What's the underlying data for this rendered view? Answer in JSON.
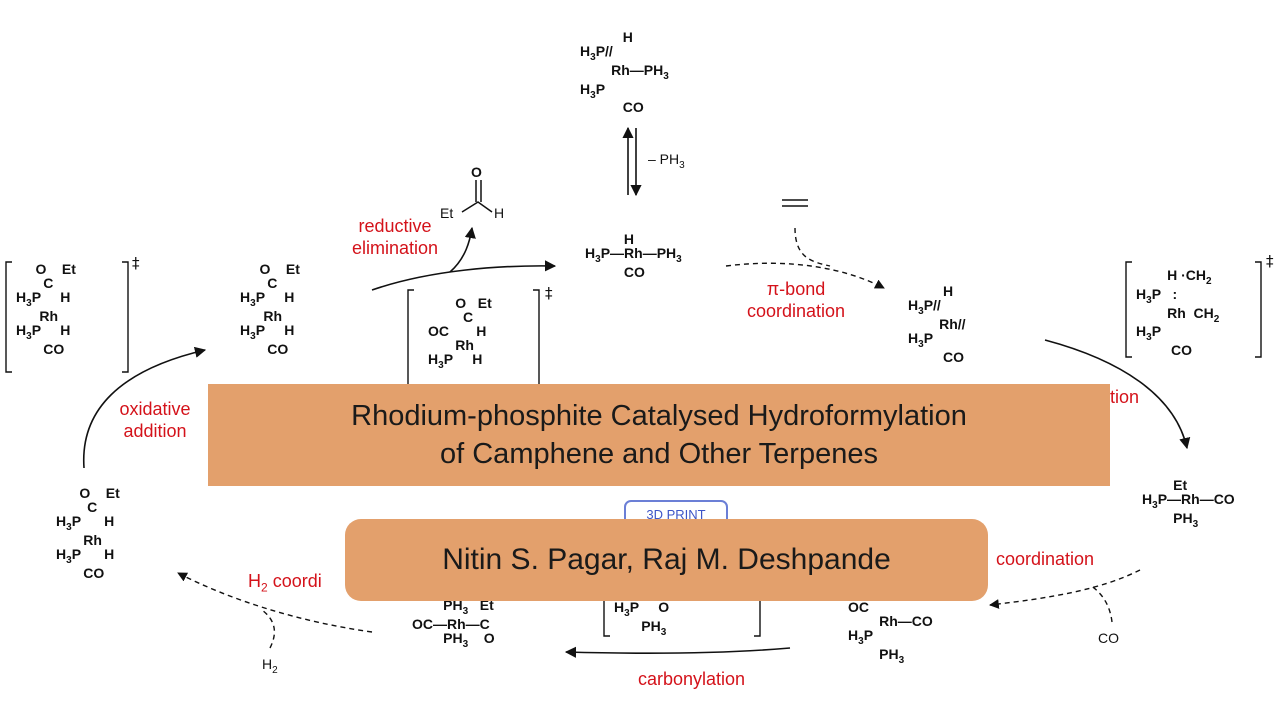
{
  "title": {
    "line1": "Rhodium-phosphite Catalysed Hydroformylation",
    "line2": "of Camphene and Other Terpenes"
  },
  "authors": "Nitin S. Pagar, Raj M. Deshpande",
  "badge": "3D PRINT",
  "step_labels": {
    "reductive_elimination_1": "reductive",
    "reductive_elimination_2": "elimination",
    "pi_bond_1": "π-bond",
    "pi_bond_2": "coordination",
    "oxidative_1": "oxidative",
    "oxidative_2": "addition",
    "right_partial": "ition",
    "co_coordination": "coordination",
    "h2_coordination": "coordi",
    "carbonylation": "carbonylation"
  },
  "reagents": {
    "minus_ph3": "– PH",
    "co": "CO",
    "h2": "H"
  },
  "dagger": "‡"
}
